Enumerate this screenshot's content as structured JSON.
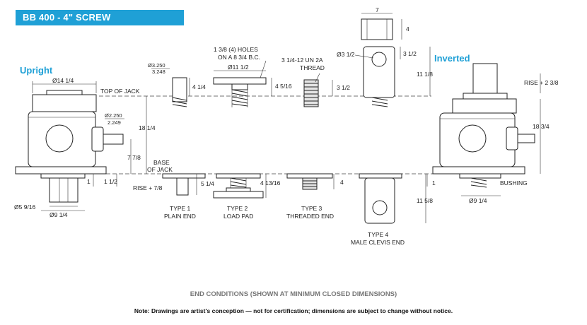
{
  "header": {
    "title": "BB 400 - 4\" SCREW"
  },
  "labels": {
    "upright": "Upright",
    "inverted": "Inverted",
    "top_of_jack": "TOP OF JACK",
    "base_of_jack_1": "BASE",
    "base_of_jack_2": "OF JACK",
    "bushing": "BUSHING"
  },
  "dimensions": {
    "d14_1_4": "Ø14 1/4",
    "d2_250": "Ø2.250",
    "d2_249": "2.249",
    "h18_1_4": "18 1/4",
    "h7_7_8": "7 7/8",
    "h1_1_2": "1 1/2",
    "h1_left": "1",
    "d5_9_16": "Ø5 9/16",
    "d9_1_4_left": "Ø9 1/4",
    "rise_7_8": "RISE + 7/8",
    "d3_250": "Ø3.250",
    "d3_248": "3.248",
    "h4_1_4": "4 1/4",
    "holes_1": "1 3/8 (4) HOLES",
    "holes_2": "ON A 8 3/4 B.C.",
    "d11_1_2": "Ø11 1/2",
    "h4_5_16": "4 5/16",
    "thread_1": "3 1/4-12 UN 2A",
    "thread_2": "THREAD",
    "h3_1_2_thread": "3 1/2",
    "w7": "7",
    "h4_clevis": "4",
    "d3_1_2": "Ø3 1/2",
    "h3_1_2_clevis": "3 1/2",
    "h11_1_8": "11 1/8",
    "rise_2_3_8": "RISE + 2 3/8",
    "h18_3_4": "18 3/4",
    "h1_right": "1",
    "d9_1_4_right": "Ø9 1/4",
    "h5_1_4": "5 1/4",
    "h4_13_16": "4 13/16",
    "h4_type3": "4",
    "h11_5_8": "11 5/8"
  },
  "types": [
    {
      "line1": "TYPE 1",
      "line2": "PLAIN END"
    },
    {
      "line1": "TYPE 2",
      "line2": "LOAD PAD"
    },
    {
      "line1": "TYPE 3",
      "line2": "THREADED END"
    },
    {
      "line1": "TYPE 4",
      "line2": "MALE CLEVIS END"
    }
  ],
  "footer": {
    "caption": "END CONDITIONS (SHOWN AT MINIMUM CLOSED DIMENSIONS)",
    "note": "Note: Drawings are artist's conception — not for certification; dimensions are subject to change without notice."
  }
}
